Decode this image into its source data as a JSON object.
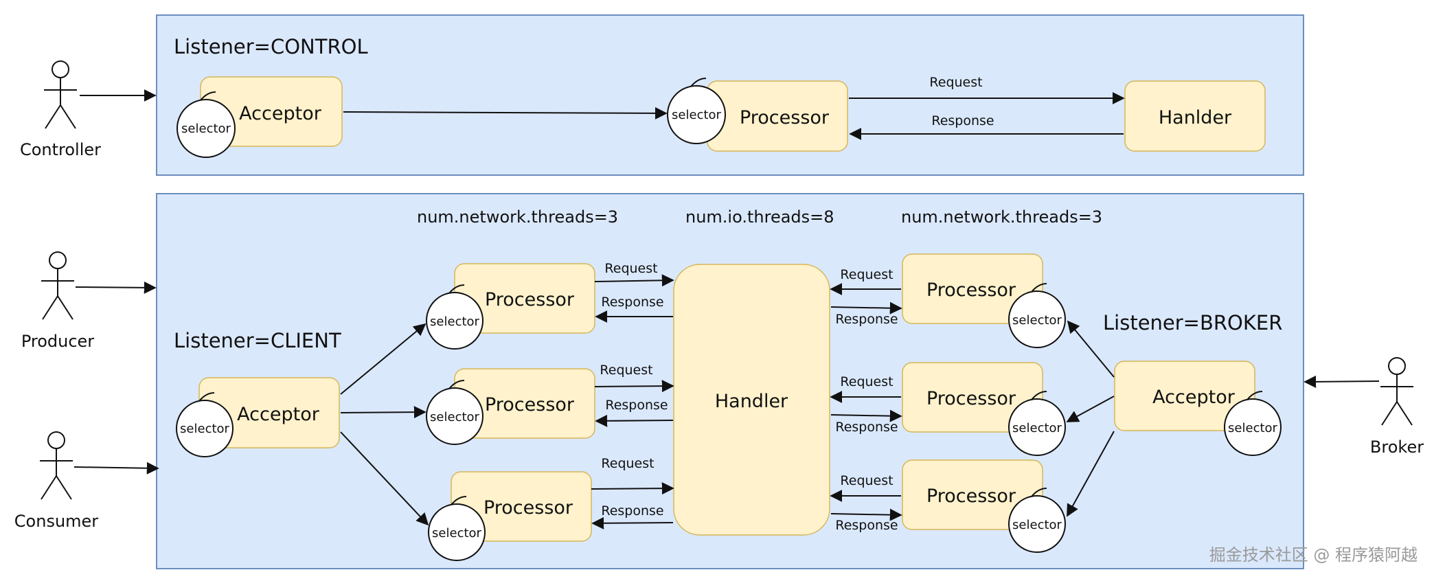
{
  "control_panel": {
    "title": "Listener=CONTROL",
    "acceptor": {
      "label": "Acceptor",
      "selector": "selector"
    },
    "processor": {
      "label": "Processor",
      "selector": "selector"
    },
    "handler": {
      "label": "Hanlder"
    },
    "request_label": "Request",
    "response_label": "Response"
  },
  "data_panel": {
    "client_title": "Listener=CLIENT",
    "broker_title": "Listener=BROKER",
    "client_threads": "num.network.threads=3",
    "io_threads": "num.io.threads=8",
    "broker_threads": "num.network.threads=3",
    "handler": {
      "label": "Handler"
    },
    "client_acceptor": {
      "label": "Acceptor",
      "selector": "selector"
    },
    "broker_acceptor": {
      "label": "Acceptor",
      "selector": "selector"
    },
    "client_processors": [
      {
        "label": "Processor",
        "selector": "selector",
        "request": "Request",
        "response": "Response"
      },
      {
        "label": "Processor",
        "selector": "selector",
        "request": "Request",
        "response": "Response"
      },
      {
        "label": "Processor",
        "selector": "selector",
        "request": "Request",
        "response": "Response"
      }
    ],
    "broker_processors": [
      {
        "label": "Processor",
        "selector": "selector",
        "request": "Request",
        "response": "Response"
      },
      {
        "label": "Processor",
        "selector": "selector",
        "request": "Request",
        "response": "Response"
      },
      {
        "label": "Processor",
        "selector": "selector",
        "request": "Request",
        "response": "Response"
      }
    ]
  },
  "actors": {
    "controller": "Controller",
    "producer": "Producer",
    "consumer": "Consumer",
    "broker": "Broker"
  },
  "watermark": "掘金技术社区 @ 程序猿阿越",
  "colors": {
    "panel_fill": "#dae8fc",
    "panel_stroke": "#6c8ebf",
    "box_fill": "#fff2cc",
    "box_stroke": "#d6b656"
  }
}
